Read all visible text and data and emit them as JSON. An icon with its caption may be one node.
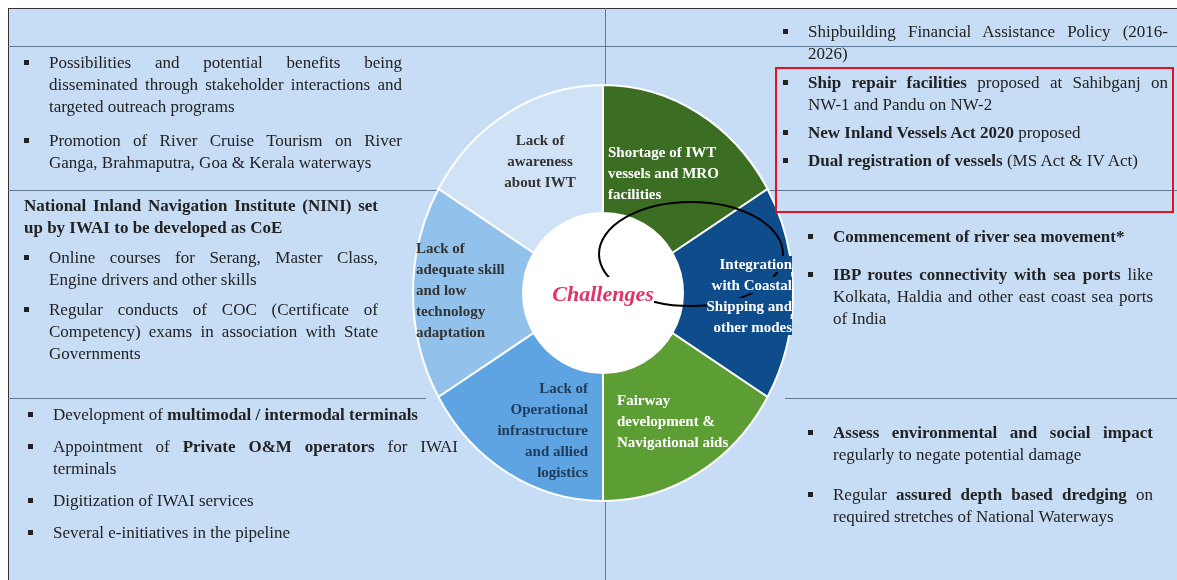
{
  "diagram": {
    "nodes": [
      {
        "text": [
          "Lack of awareness about IWT"
        ]
      },
      {
        "text": [
          "Shortage of IWT vessels and MRO facilities"
        ]
      },
      {
        "text": [
          "Lack of adequate skill and low technology adaptation"
        ]
      },
      {
        "text": [
          "Challenges"
        ]
      },
      {
        "text": [
          "Integration with Coastal Shipping and other modes"
        ]
      },
      {
        "text": [
          "Lack of Operational infrastructure and allied logistics"
        ]
      },
      {
        "text": [
          "Fairway development & Navigational aids"
        ]
      },
      {
        "text": [],
        "shape": "circle"
      }
    ],
    "edges": [],
    "labels": [
      "Possibilities and potential benefits being disseminated through stakeholder interactions and targeted outreach programs",
      "Promotion of River Cruise Tourism on River Ganga, Brahmaputra, Goa & Kerala waterways",
      "National Inland Navigation Institute (NINI) set up by IWAI to be developed as CoE",
      "Online courses for Serang, Master Class, Engine drivers and other skills",
      "Regular conducts of COC (Certificate of Competency) exams in association with State Governments",
      "Development of **multimodal / intermodal terminals**",
      "Appointment of **Private O&M operators** for IWAI terminals",
      "Digitization of IWAI services",
      "Several e-initiatives in the pipeline",
      "Shipbuilding Financial Assistance Policy (2016-2026)",
      "**Ship repair facilities** proposed at Sahibganj on NW-1 and Pandu on NW-2",
      "**New Inland Vessels Act 2020** proposed",
      "**Dual registration of vessels** (MS Act & IV Act)",
      "Commencement of river sea movement*",
      "**IBP routes connectivity with sea ports** like Kolkata, Haldia and other east coast sea ports of India",
      "**Assess environmental and social impact** regularly to negate potential damage",
      "Regular **assured depth based dredging** on required stretches of National Waterways"
    ]
  }
}
